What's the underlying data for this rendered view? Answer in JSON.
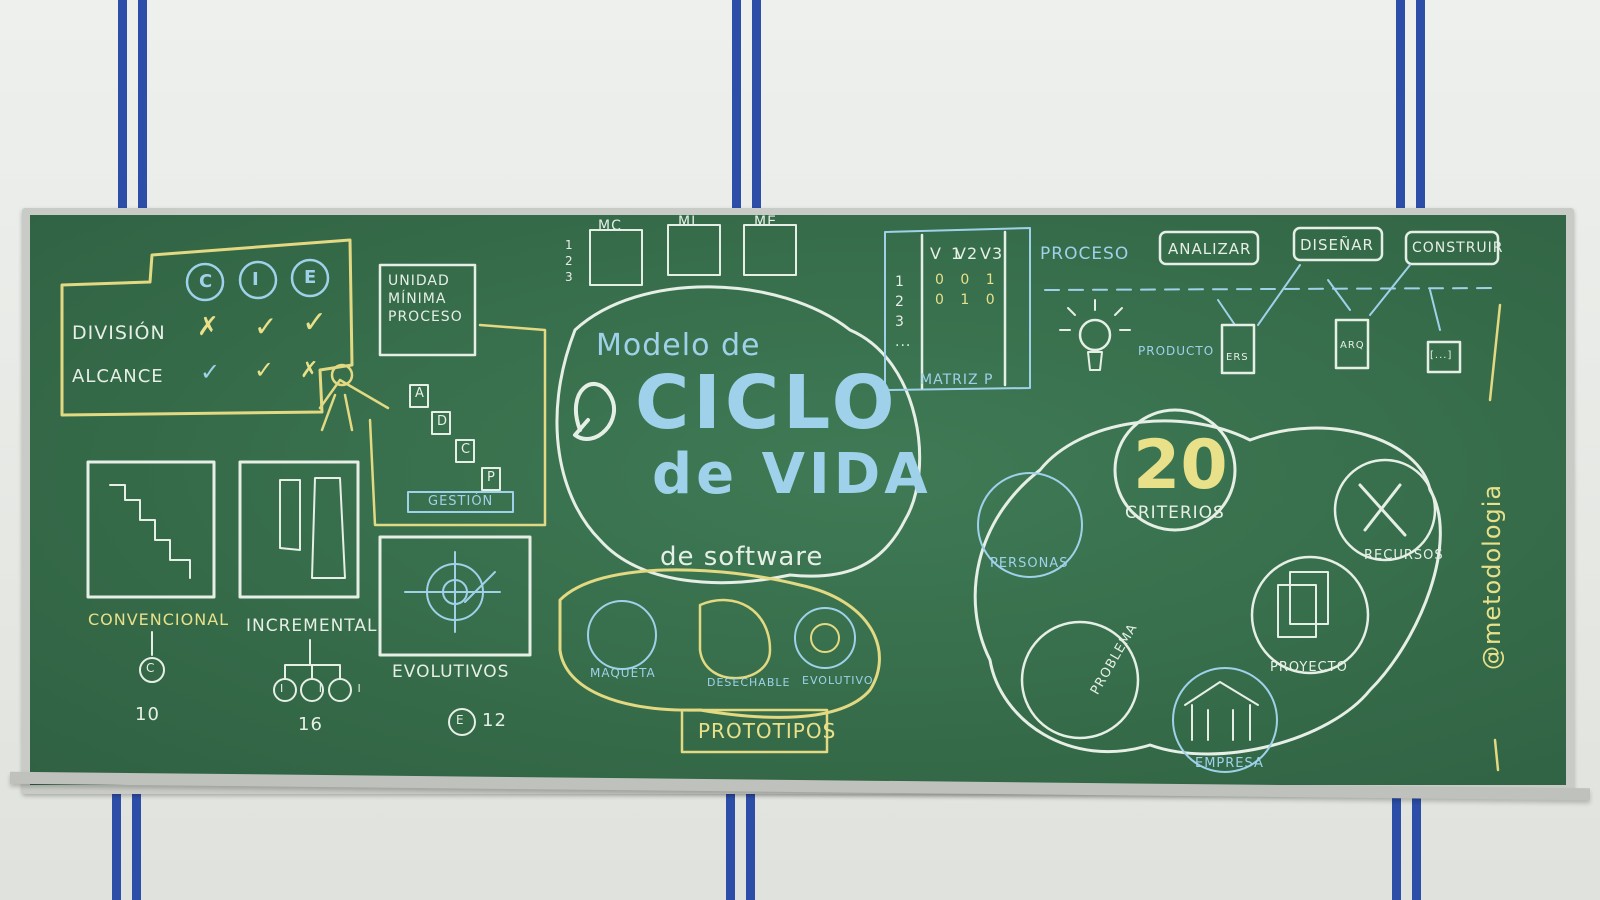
{
  "board": {
    "left": {
      "columns": [
        "C",
        "I",
        "E"
      ],
      "rows": [
        {
          "label": "DIVISIÓN",
          "marks": [
            "✗",
            "✓",
            "✓"
          ]
        },
        {
          "label": "ALCANCE",
          "marks": [
            "✓",
            "✓",
            "✗"
          ]
        }
      ],
      "unit_box": "UNIDAD MÍNIMA PROCESO",
      "steps": [
        "A",
        "D",
        "C",
        "P"
      ],
      "gestion": "GESTIÓN",
      "models": [
        {
          "label": "CONVENCIONAL",
          "sub": "C",
          "number": "10"
        },
        {
          "label": "INCREMENTAL",
          "sub": "I I I",
          "number": "16"
        },
        {
          "label": "EVOLUTIVOS",
          "sub": "E",
          "number": "12"
        }
      ]
    },
    "top_matrices": [
      "MC",
      "MI",
      "ME"
    ],
    "rows_123": [
      "1",
      "2",
      "3"
    ],
    "center": {
      "line1": "Modelo de",
      "line2": "CICLO",
      "line3": "de VIDA",
      "line4": "de software",
      "prototypes": [
        "MAQUETA",
        "DESECHABLE",
        "EVOLUTIVO"
      ],
      "prototipos_label": "PROTOTIPOS"
    },
    "matrix": {
      "headers": [
        "V1",
        "V2",
        "V3"
      ],
      "rows": [
        "1",
        "2",
        "3",
        "..."
      ],
      "cells": [
        "0 0 1",
        "0 1 0"
      ],
      "label": "MATRIZ P"
    },
    "process": {
      "proceso_label": "PROCESO",
      "producto_label": "PRODUCTO",
      "steps": [
        "ANALIZAR",
        "DISEÑAR",
        "CONSTRUIR"
      ],
      "products": [
        "ERS",
        "ARQ",
        "[...]"
      ]
    },
    "criteria": {
      "number": "20",
      "label": "CRITERIOS",
      "items": [
        "PERSONAS",
        "RECURSOS",
        "PROYECTO",
        "EMPRESA",
        "PROBLEMA"
      ]
    },
    "signature": "@metodologia"
  },
  "colors": {
    "board": "#366c4a",
    "chalk_white": "#e6efe6",
    "chalk_yellow": "#e9e08a",
    "chalk_blue": "#9fd2ea",
    "wall_stripe": "#2c4ea8"
  }
}
